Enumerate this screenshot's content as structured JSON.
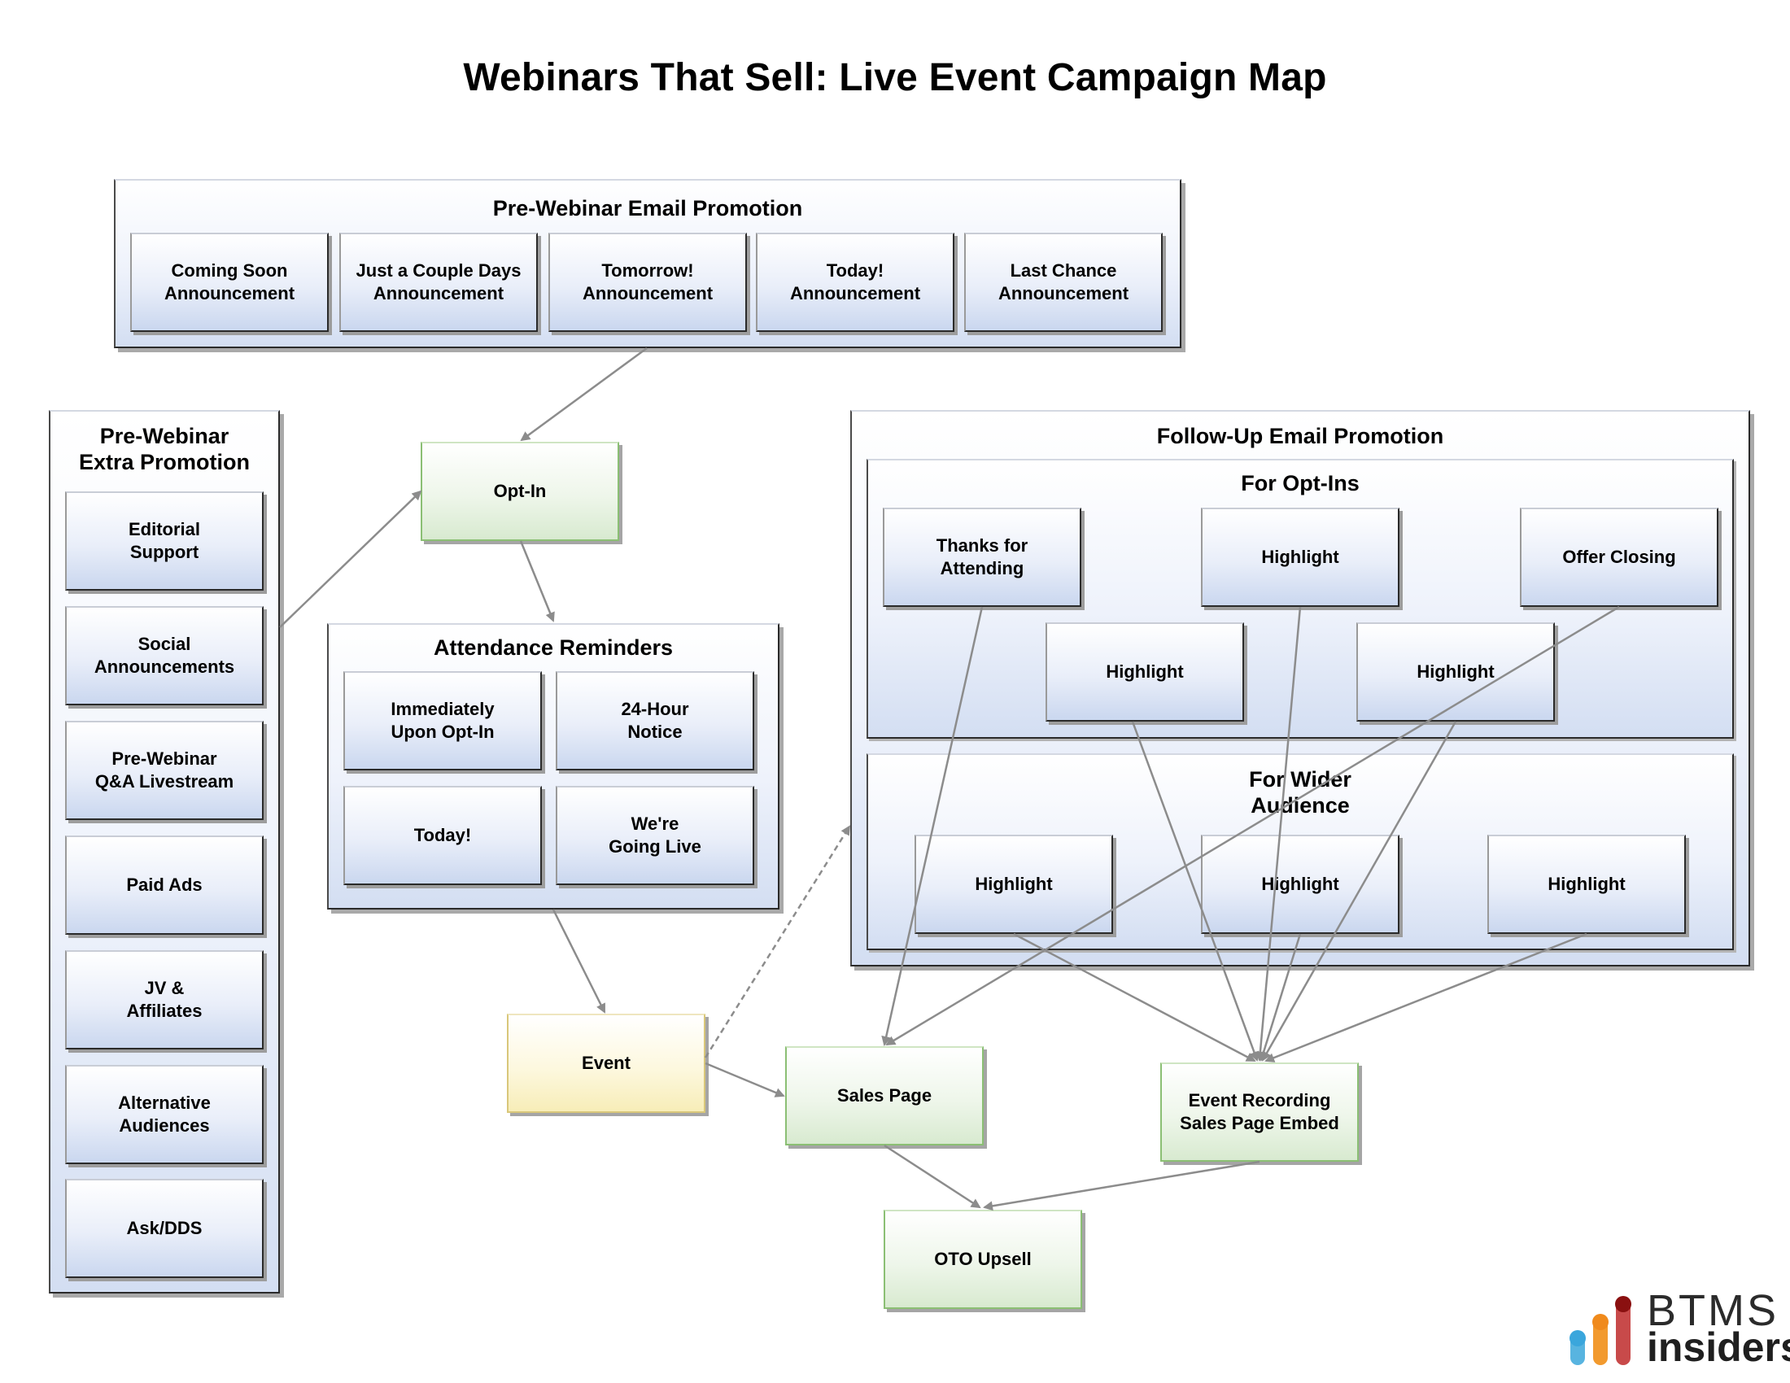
{
  "title": "Webinars That Sell: Live Event Campaign Map",
  "groups": {
    "pre_email": {
      "label": "Pre-Webinar Email Promotion",
      "items": [
        "Coming Soon\nAnnouncement",
        "Just a Couple Days\nAnnouncement",
        "Tomorrow!\nAnnouncement",
        "Today!\nAnnouncement",
        "Last Chance\nAnnouncement"
      ]
    },
    "pre_extra": {
      "label": "Pre-Webinar\nExtra Promotion",
      "items": [
        "Editorial\nSupport",
        "Social\nAnnouncements",
        "Pre-Webinar\nQ&A Livestream",
        "Paid Ads",
        "JV &\nAffiliates",
        "Alternative\nAudiences",
        "Ask/DDS"
      ]
    },
    "reminders": {
      "label": "Attendance Reminders",
      "items": [
        "Immediately\nUpon Opt-In",
        "24-Hour\nNotice",
        "Today!",
        "We're\nGoing Live"
      ]
    },
    "followup": {
      "label": "Follow-Up Email Promotion",
      "optins": {
        "label": "For Opt-Ins",
        "items": [
          "Thanks for\nAttending",
          "Highlight",
          "Offer Closing",
          "Highlight",
          "Highlight"
        ]
      },
      "wider": {
        "label": "For Wider\nAudience",
        "items": [
          "Highlight",
          "Highlight",
          "Highlight"
        ]
      }
    }
  },
  "nodes": {
    "optin": "Opt-In",
    "event": "Event",
    "sales_page": "Sales Page",
    "recording": "Event Recording\nSales Page Embed",
    "oto": "OTO Upsell"
  },
  "colors": {
    "arrow": "#8c8c8c",
    "logo_blue": "#58b4e0",
    "logo_orange": "#f29a2e",
    "logo_red": "#c84a4a",
    "logo_darkred": "#8a1010"
  },
  "logo": {
    "line1": "BTMS",
    "line2": "insiders"
  }
}
